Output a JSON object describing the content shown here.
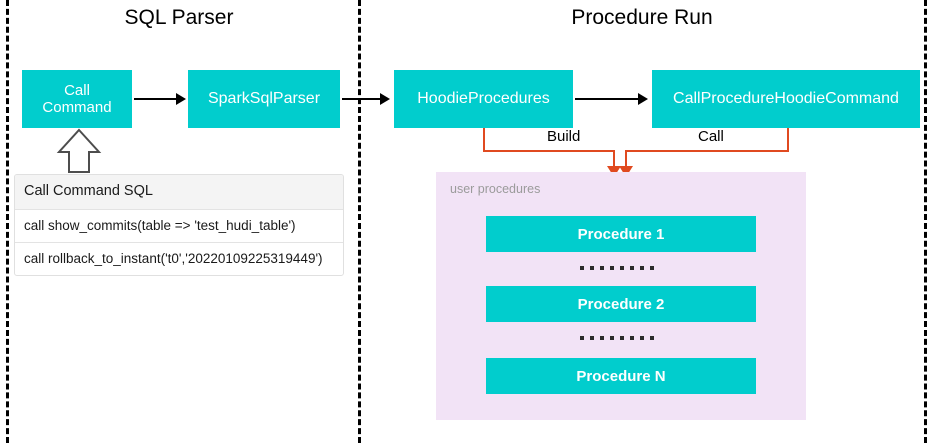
{
  "diagram": {
    "type": "flow-diagram",
    "background_color": "#ffffff",
    "accent_teal": "#01CDCD",
    "accent_orange": "#E04A20",
    "panel_purple": "#F2E3F6",
    "sections": [
      {
        "id": "sql-parser",
        "title": "SQL Parser"
      },
      {
        "id": "procedure-run",
        "title": "Procedure Run"
      }
    ],
    "nodes": [
      {
        "id": "call-command",
        "label": "Call\nCommand",
        "line1": "Call",
        "line2": "Command"
      },
      {
        "id": "spark-sql-parser",
        "label": "SparkSqlParser"
      },
      {
        "id": "hoodie-procedures",
        "label": "HoodieProcedures"
      },
      {
        "id": "call-procedure-hoodie-command",
        "label": "CallProcedureHoodieCommand"
      }
    ],
    "edge_labels": {
      "build": "Build",
      "call": "Call"
    },
    "sql_table": {
      "header": "Call Command SQL",
      "rows": [
        "call show_commits(table => 'test_hudi_table')",
        "call rollback_to_instant('t0','20220109225319449')"
      ]
    },
    "procedures_panel": {
      "label": "user procedures",
      "items": [
        {
          "label": "Procedure 1"
        },
        {
          "label": "Procedure 2"
        },
        {
          "label": "Procedure N"
        }
      ],
      "ellipsis_dot_count": 8
    }
  }
}
